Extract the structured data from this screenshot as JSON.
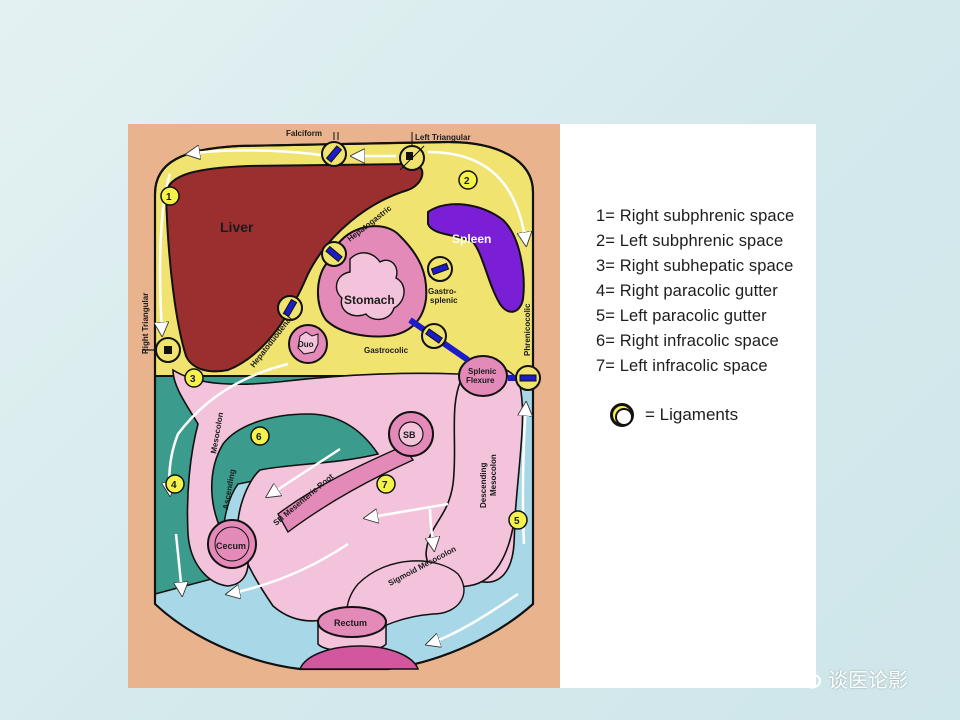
{
  "diagram": {
    "organs": {
      "liver": "Liver",
      "spleen": "Spleen",
      "stomach": "Stomach",
      "duo": "Duo",
      "sb": "SB",
      "cecum": "Cecum",
      "rectum": "Rectum",
      "splenic_flexure_line1": "Splenic",
      "splenic_flexure_line2": "Flexure"
    },
    "ligaments": {
      "falciform": "Falciform",
      "left_triangular": "Left Triangular",
      "right_triangular": "Right Triangular",
      "hepatogastric": "Hepatogastric",
      "gastrosplenic_line1": "Gastro-",
      "gastrosplenic_line2": "splenic",
      "gastrocolic": "Gastrocolic",
      "hepatoduodenal": "Hepatoduodenal",
      "phrenicocolic": "Phrenicocolic"
    },
    "mesenteries": {
      "ascending_line1": "Ascending",
      "ascending_line2": "Mesocolon",
      "descending_line1": "Descending",
      "descending_line2": "Mesocolon",
      "sb_root": "SB Mesenteric Root",
      "sigmoid": "Sigmoid Mesocolon"
    },
    "space_markers": [
      "1",
      "2",
      "3",
      "4",
      "5",
      "6",
      "7"
    ]
  },
  "legend": {
    "items": [
      "1= Right subphrenic space",
      "2= Left subphrenic space",
      "3= Right subhepatic space",
      "4= Right paracolic gutter",
      "5= Left paracolic gutter",
      "6= Right infracolic space",
      "7= Left infracolic space"
    ],
    "ligament_key": "= Ligaments"
  },
  "watermark": {
    "text": "谈医论影",
    "icon": "wechat-icon"
  },
  "colors": {
    "slide_bg": "#d9ecee",
    "border_peritoneum": "#e9b38e",
    "supramesocolic": "#f1e36f",
    "right_infracolic": "#3b9b8c",
    "lower_spaces": "#a8d8e8",
    "liver": "#9b2f2f",
    "spleen": "#7b1fd6",
    "bowel": "#e48ab9",
    "mesentery": "#f3c3dc",
    "ligament_marker": "#1c1cc8",
    "space_marker": "#f5f24a"
  }
}
